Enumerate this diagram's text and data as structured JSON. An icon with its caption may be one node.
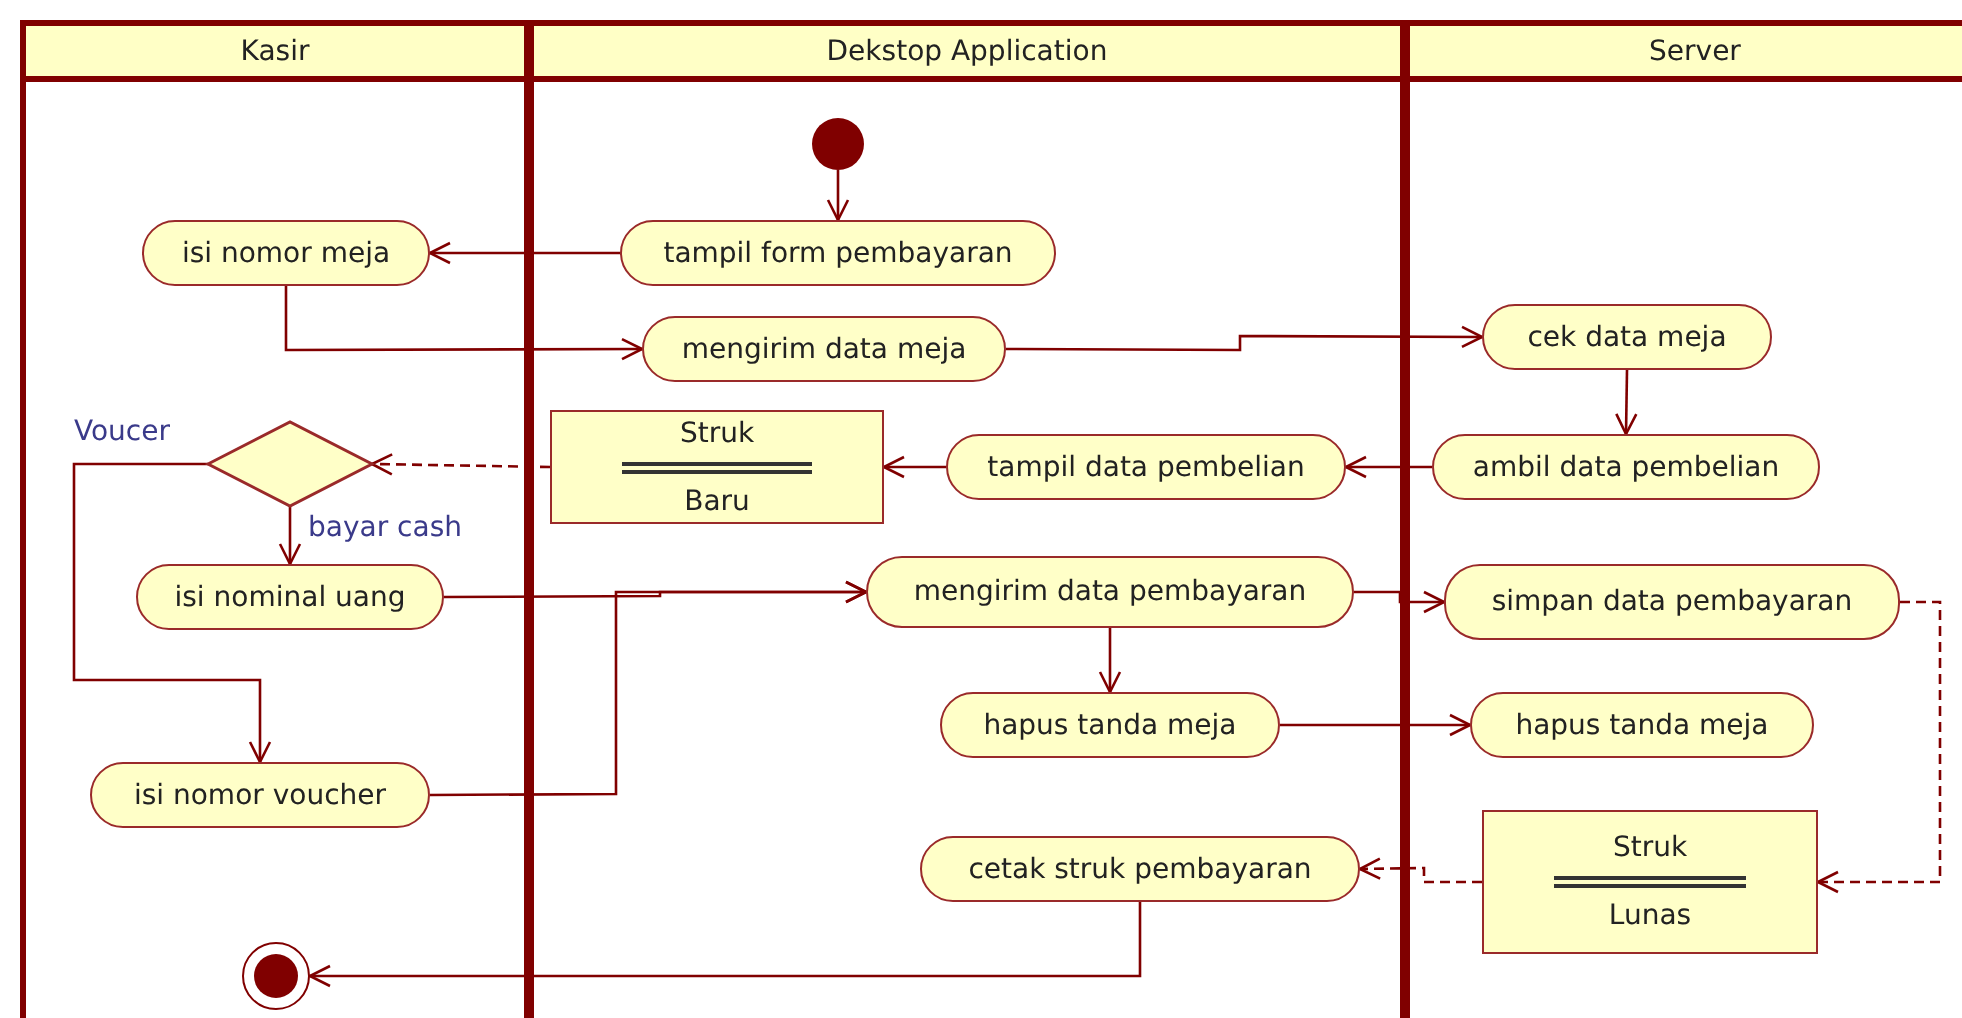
{
  "diagram": {
    "nodes": [
      {
        "text": [
          "Kasir"
        ]
      },
      {
        "text": [
          "Dekstop Application"
        ]
      },
      {
        "text": [
          "Server"
        ]
      },
      {
        "text": [],
        "shape": "circle",
        "in": 1
      },
      {
        "text": [
          "tampil form pembayaran"
        ],
        "in": 1
      },
      {
        "text": [
          "isi nomor meja"
        ],
        "in": 0
      },
      {
        "text": [
          "mengirim data meja"
        ],
        "in": 1
      },
      {
        "text": [
          "cek data meja"
        ],
        "in": 2
      },
      {
        "text": [
          "ambil data pembelian"
        ],
        "in": 2
      },
      {
        "text": [
          "tampil data pembelian"
        ],
        "in": 1
      },
      {
        "text": [
          "Struk",
          "Baru"
        ],
        "in": 1
      },
      {
        "text": [],
        "shape": "diamond",
        "in": 0
      },
      {
        "text": [
          "isi nominal uang"
        ],
        "in": 0
      },
      {
        "text": [
          "isi nomor voucher"
        ],
        "in": 0
      },
      {
        "text": [
          "mengirim data pembayaran"
        ],
        "in": 1
      },
      {
        "text": [
          "simpan data pembayaran"
        ],
        "in": 2
      },
      {
        "text": [
          "hapus tanda meja"
        ],
        "in": 1
      },
      {
        "text": [
          "hapus tanda meja"
        ],
        "in": 2
      },
      {
        "text": [
          "Struk",
          "Lunas"
        ],
        "in": 2
      },
      {
        "text": [
          "cetak struk pembayaran"
        ],
        "in": 1
      },
      {
        "text": [],
        "shape": "circle",
        "in": 0
      }
    ],
    "edges": [
      {
        "from": 3,
        "to": 4,
        "arrow": "to"
      },
      {
        "from": 4,
        "to": 5,
        "arrow": "to"
      },
      {
        "from": 5,
        "to": 6,
        "arrow": "to"
      },
      {
        "from": 6,
        "to": 7,
        "arrow": "to"
      },
      {
        "from": 7,
        "to": 8,
        "arrow": "to"
      },
      {
        "from": 8,
        "to": 9,
        "arrow": "to"
      },
      {
        "from": 9,
        "to": 10,
        "arrow": "to"
      },
      {
        "from": 10,
        "to": 11,
        "arrow": "to",
        "style": "dashed"
      },
      {
        "from": 11,
        "to": 12,
        "arrow": "to",
        "label": "bayar cash"
      },
      {
        "from": 11,
        "to": 13,
        "arrow": "to",
        "label": "Voucer"
      },
      {
        "from": 12,
        "to": 14,
        "arrow": "to"
      },
      {
        "from": 13,
        "to": 14,
        "arrow": "to"
      },
      {
        "from": 14,
        "to": 15,
        "arrow": "to"
      },
      {
        "from": 14,
        "to": 16,
        "arrow": "to"
      },
      {
        "from": 16,
        "to": 17,
        "arrow": "to"
      },
      {
        "from": 15,
        "to": 18,
        "arrow": "to",
        "style": "dashed"
      },
      {
        "from": 18,
        "to": 19,
        "arrow": "to",
        "style": "dashed"
      },
      {
        "from": 19,
        "to": 20,
        "arrow": "to"
      }
    ]
  }
}
